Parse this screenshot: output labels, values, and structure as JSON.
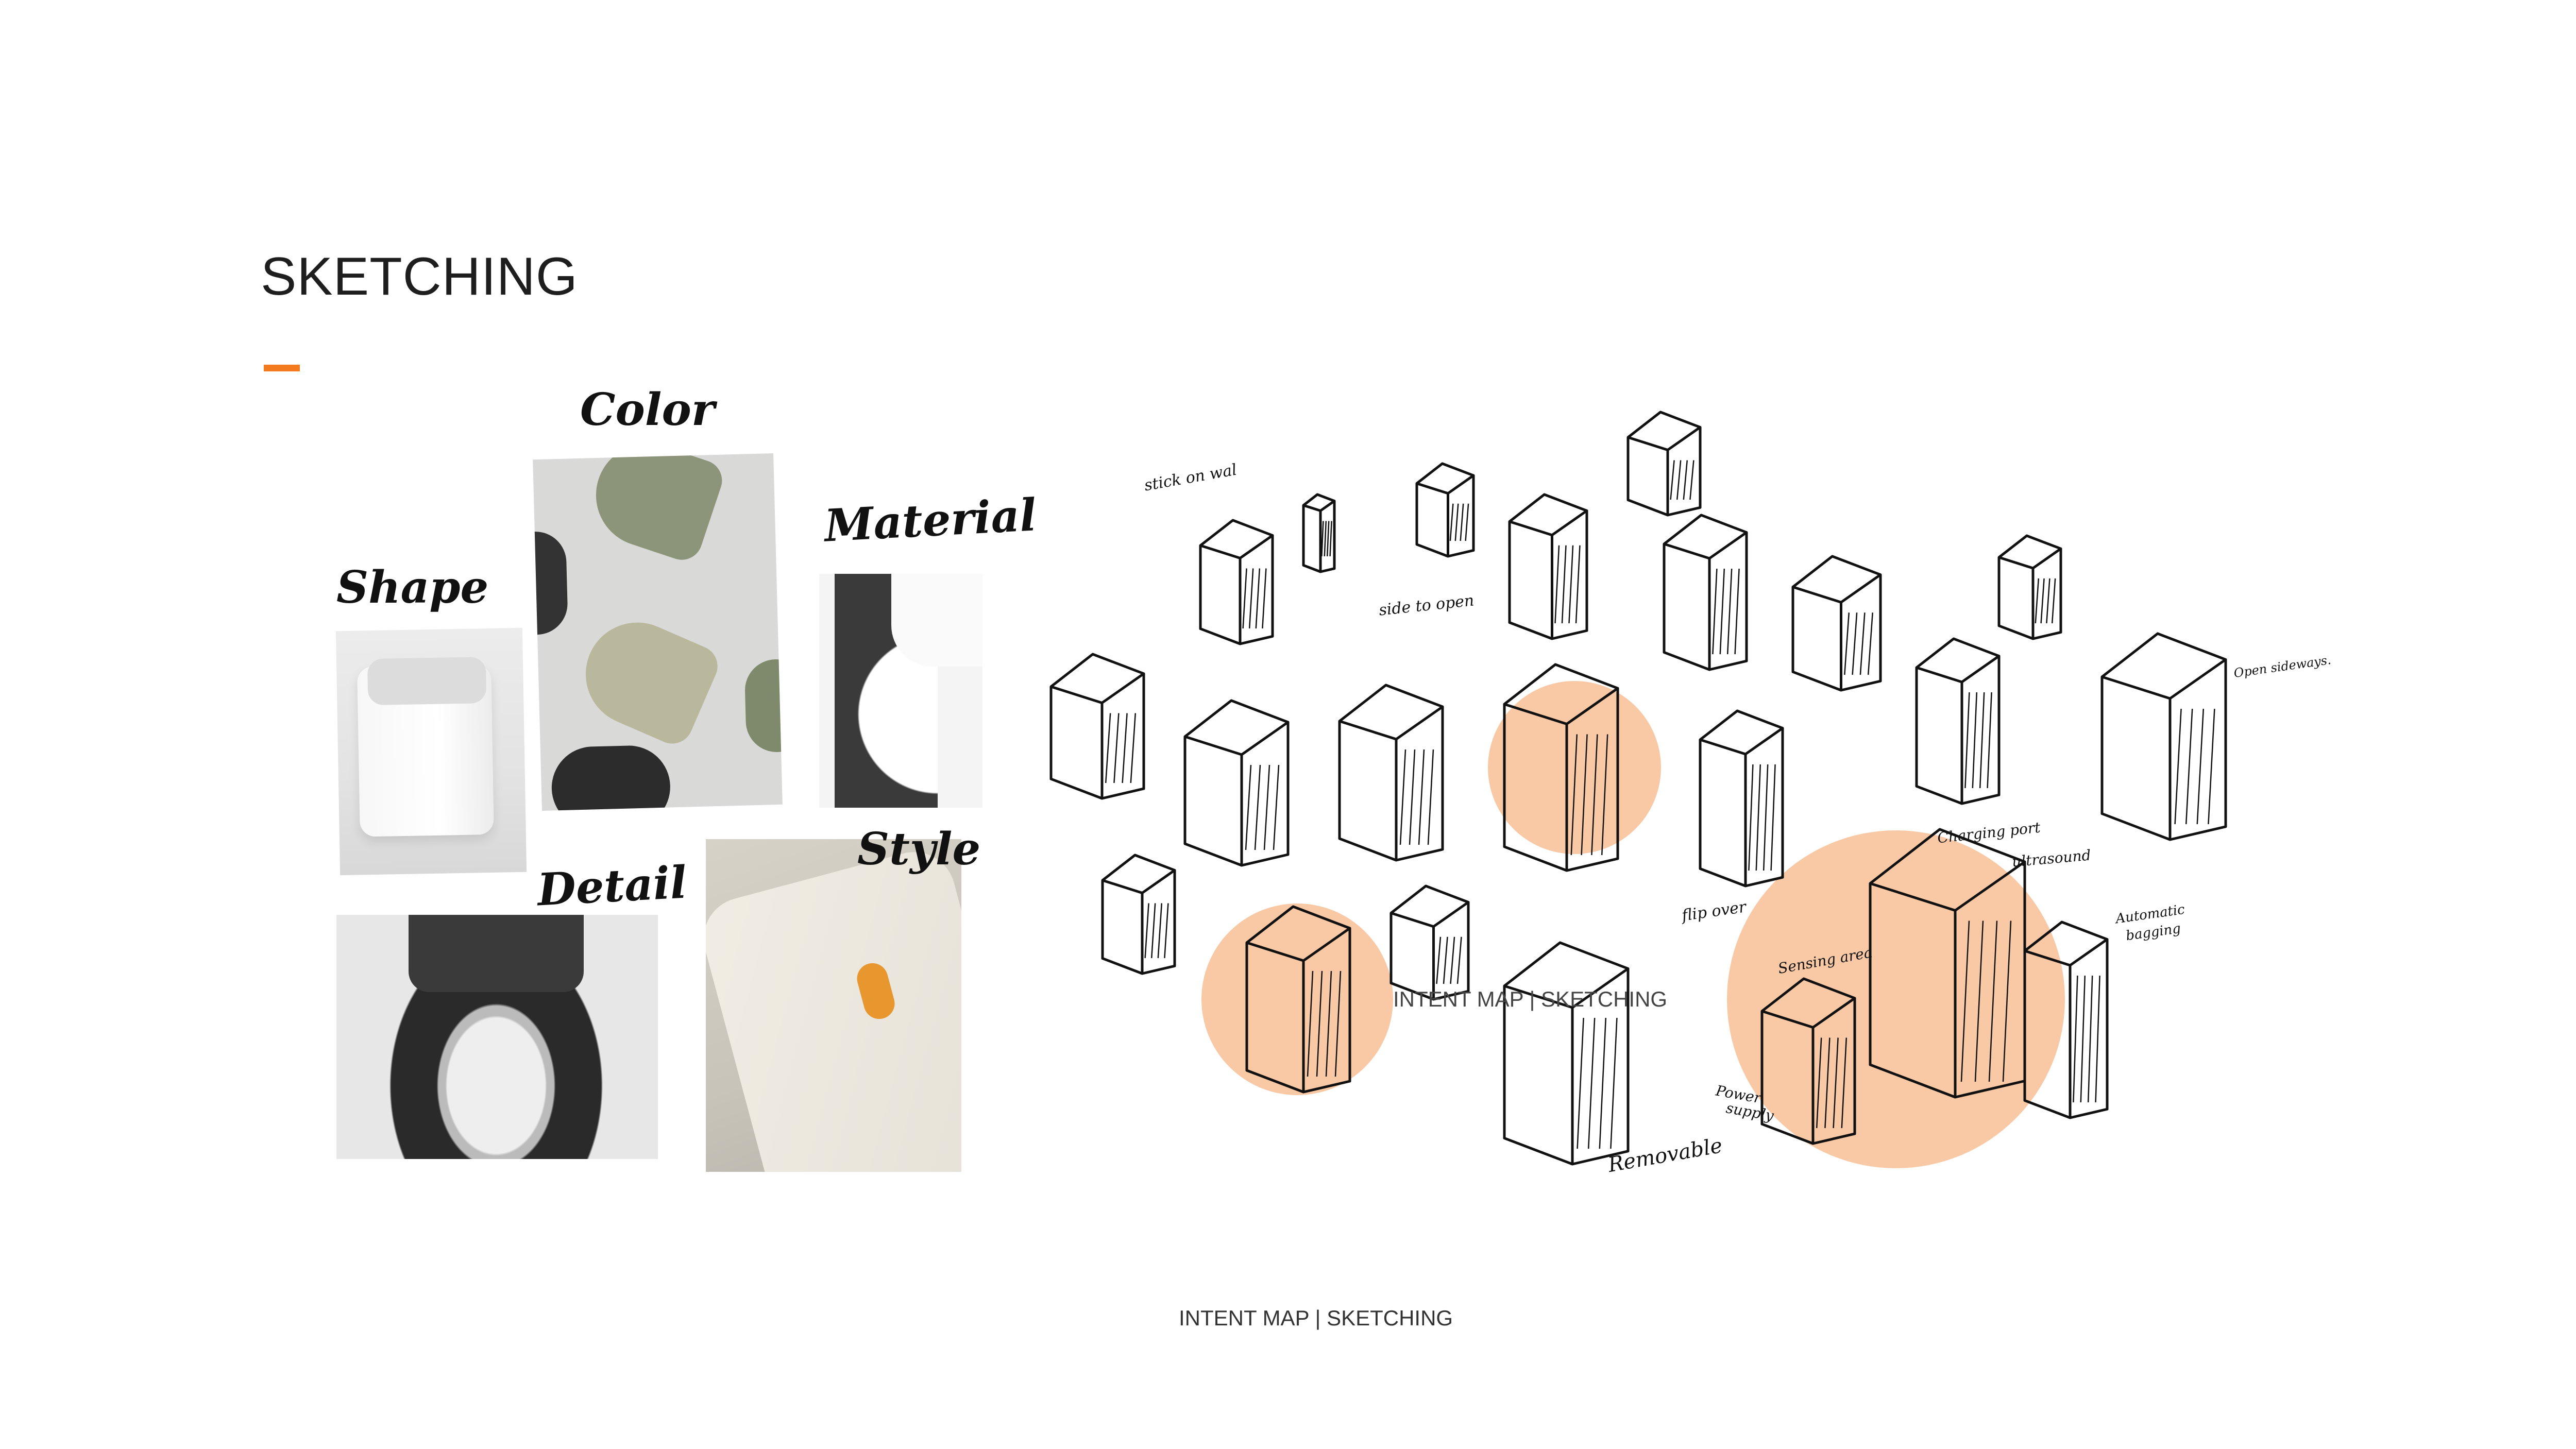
{
  "header": {
    "title": "SKETCHING",
    "accent_color": "#f47a20"
  },
  "moodboard": {
    "labels": {
      "color": "Color",
      "material": "Material",
      "shape": "Shape",
      "detail": "Detail",
      "style": "Style"
    }
  },
  "sketch": {
    "highlight_color": "#f9c9a6",
    "annotations": {
      "stick_on_wall": "stick on wal",
      "side_to_open": "side to open",
      "open_sideways": "Open sideways.",
      "charging_port": "Charging port",
      "ultrasound": "ultrasound",
      "automatic_bagging_1": "Automatic",
      "automatic_bagging_2": "bagging",
      "sensing_area": "Sensing area",
      "flip_over": "flip over",
      "power_supply_1": "Power",
      "power_supply_2": "supply",
      "removable": "Removable"
    },
    "overlay_caption": "INTENT MAP | SKETCHING"
  },
  "footer": {
    "caption": "INTENT MAP | SKETCHING"
  }
}
